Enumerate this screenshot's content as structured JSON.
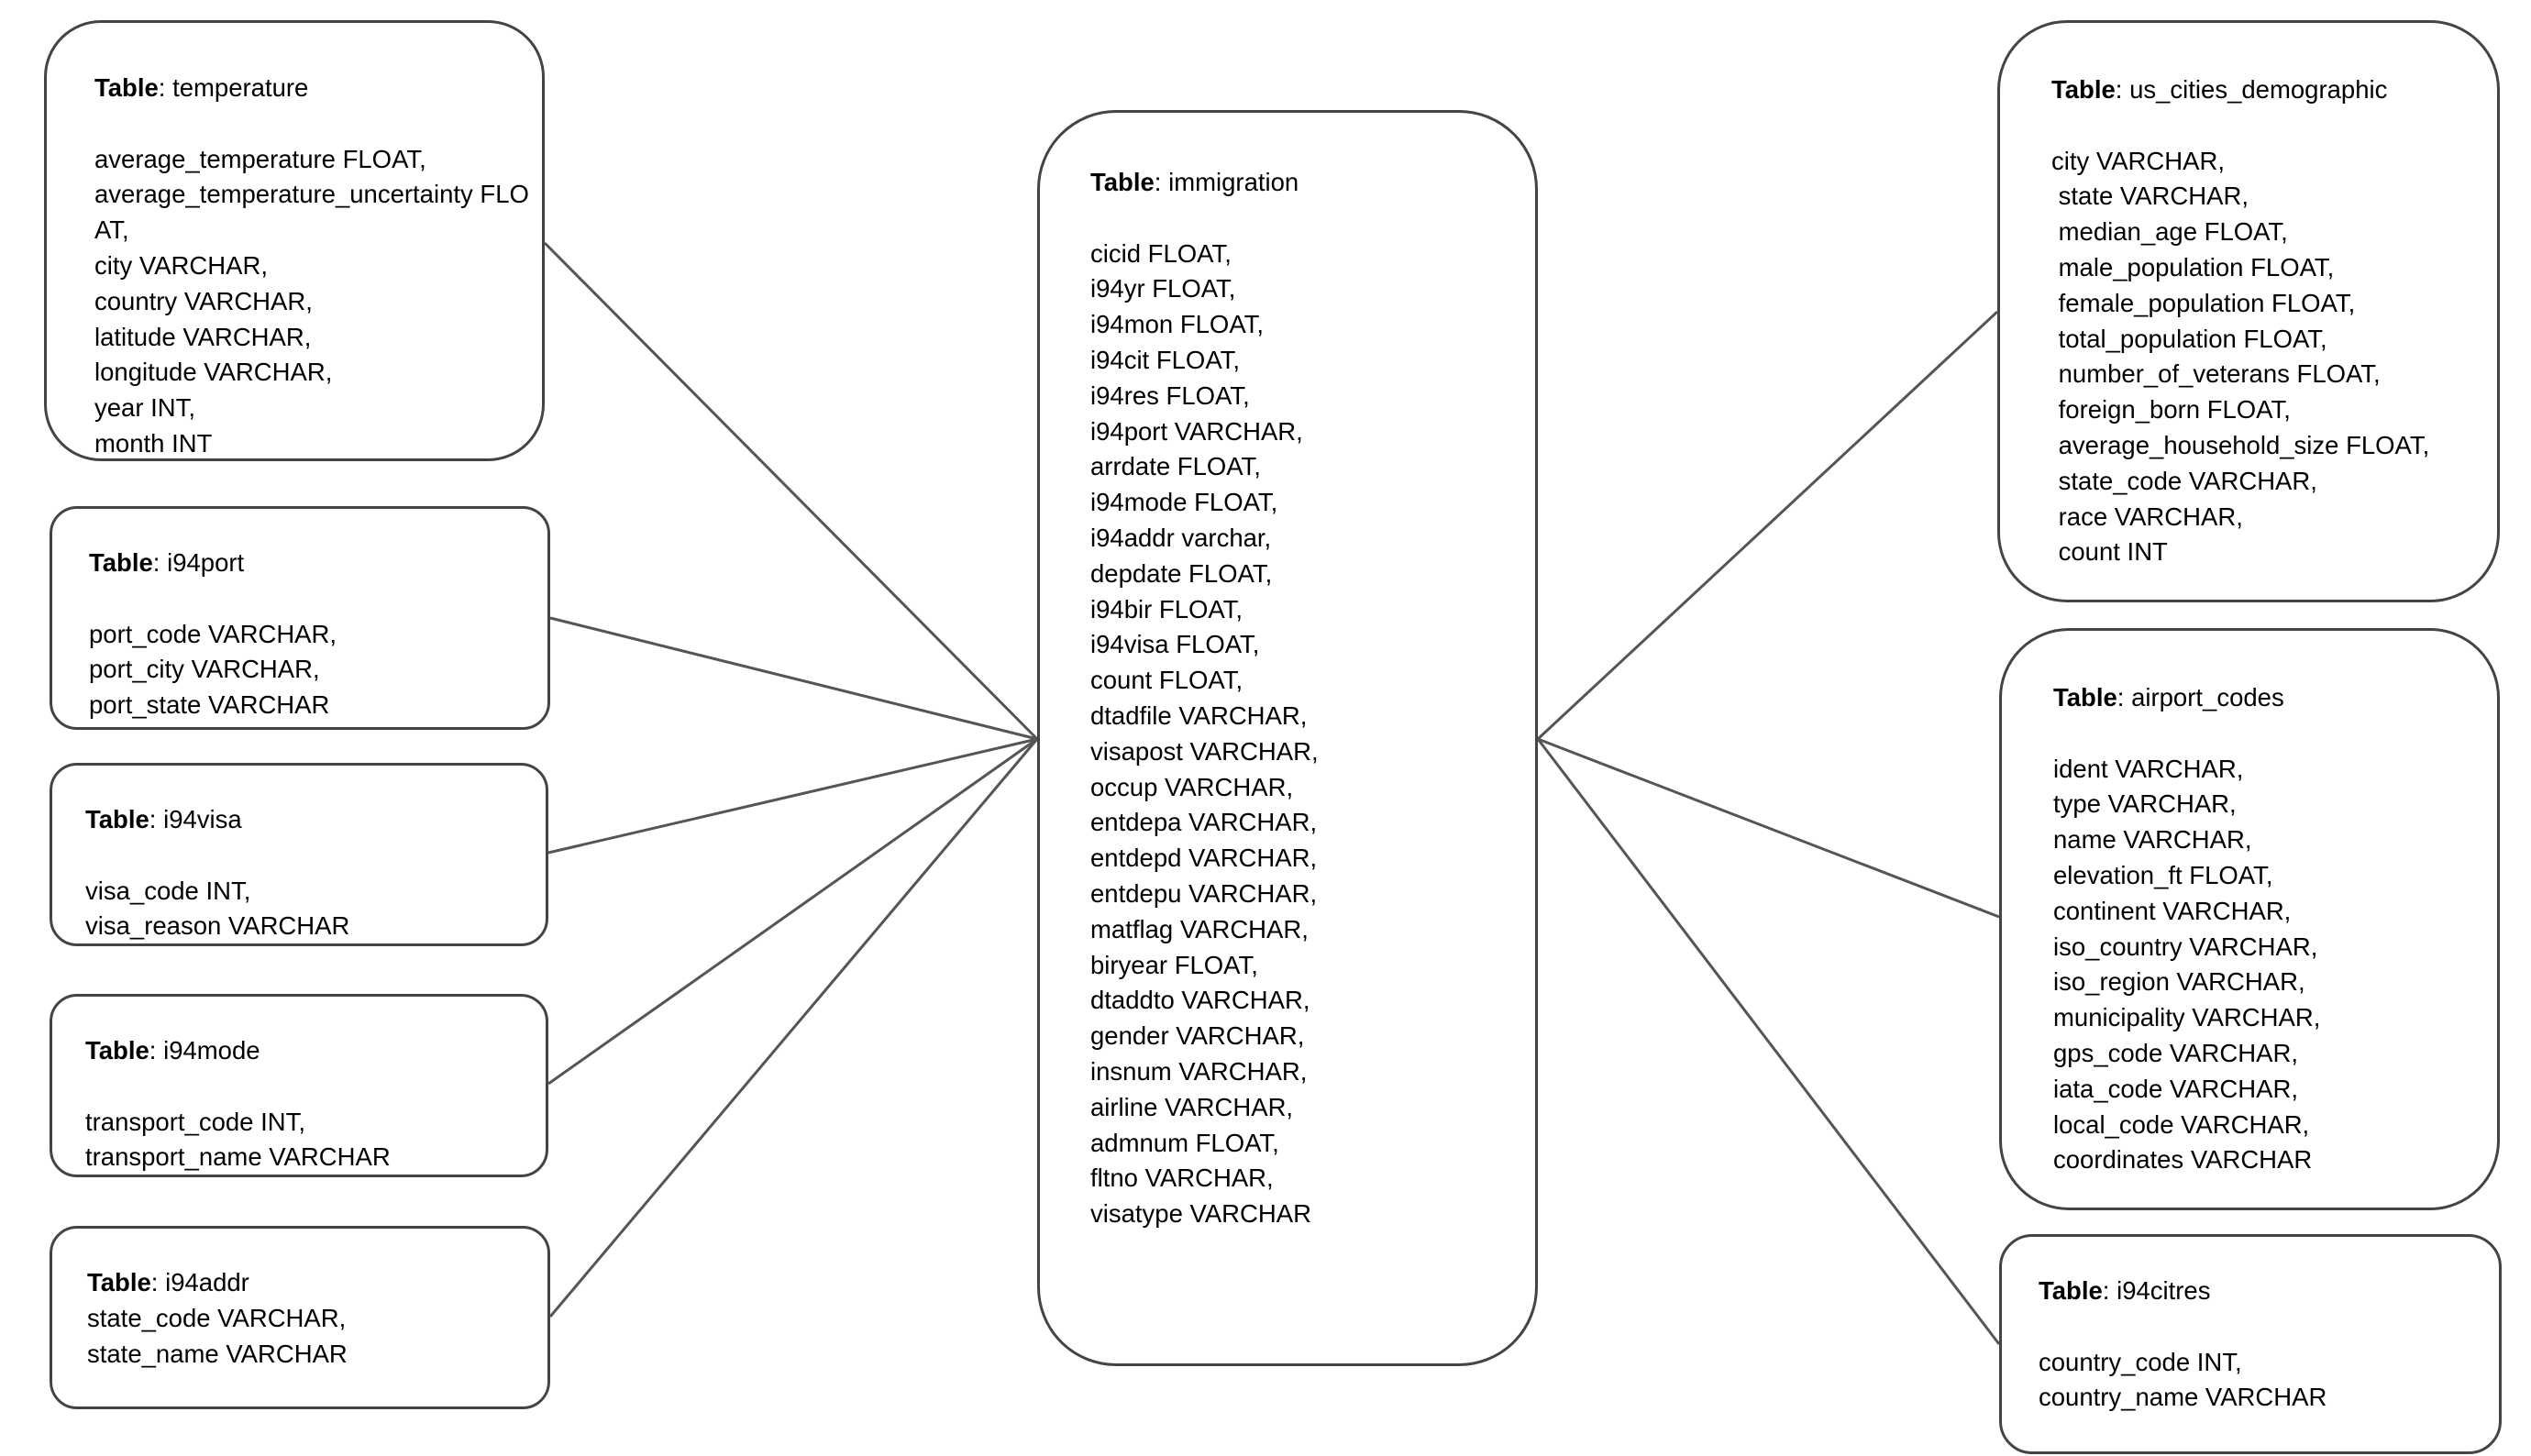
{
  "keyword": "Table",
  "tables": {
    "temperature": {
      "name": "temperature",
      "columns": [
        "average_temperature FLOAT,",
        "average_temperature_uncertainty FLOAT,",
        "city VARCHAR,",
        "country VARCHAR,",
        "latitude VARCHAR,",
        "longitude VARCHAR,",
        "year INT,",
        "month INT"
      ]
    },
    "i94port": {
      "name": "i94port",
      "columns": [
        "port_code VARCHAR,",
        "port_city VARCHAR,",
        "port_state VARCHAR"
      ]
    },
    "i94visa": {
      "name": "i94visa",
      "columns": [
        "visa_code INT,",
        "visa_reason VARCHAR"
      ]
    },
    "i94mode": {
      "name": "i94mode",
      "columns": [
        "transport_code INT,",
        "transport_name VARCHAR"
      ]
    },
    "i94addr": {
      "name": "i94addr",
      "columns": [
        "state_code VARCHAR,",
        "state_name VARCHAR"
      ]
    },
    "immigration": {
      "name": "immigration",
      "columns": [
        "cicid FLOAT,",
        "i94yr FLOAT,",
        "i94mon FLOAT,",
        "i94cit FLOAT,",
        "i94res FLOAT,",
        "i94port VARCHAR,",
        "arrdate FLOAT,",
        "i94mode FLOAT,",
        "i94addr varchar,",
        "depdate FLOAT,",
        "i94bir FLOAT,",
        "i94visa FLOAT,",
        "count FLOAT,",
        "dtadfile VARCHAR,",
        "visapost VARCHAR,",
        "occup VARCHAR,",
        "entdepa VARCHAR,",
        "entdepd VARCHAR,",
        "entdepu VARCHAR,",
        "matflag VARCHAR,",
        "biryear FLOAT,",
        "dtaddto VARCHAR,",
        "gender VARCHAR,",
        "insnum VARCHAR,",
        "airline VARCHAR,",
        "admnum FLOAT,",
        "fltno VARCHAR,",
        "visatype VARCHAR"
      ]
    },
    "us_cities_demographic": {
      "name": "us_cities_demographic",
      "columns": [
        "city VARCHAR,",
        " state VARCHAR,",
        " median_age FLOAT,",
        " male_population FLOAT,",
        " female_population FLOAT,",
        " total_population FLOAT,",
        " number_of_veterans FLOAT,",
        " foreign_born FLOAT,",
        " average_household_size FLOAT,",
        " state_code VARCHAR,",
        " race VARCHAR,",
        " count INT"
      ]
    },
    "airport_codes": {
      "name": "airport_codes",
      "columns": [
        "ident VARCHAR,",
        "type VARCHAR,",
        "name VARCHAR,",
        "elevation_ft FLOAT,",
        "continent VARCHAR,",
        "iso_country VARCHAR,",
        "iso_region VARCHAR,",
        "municipality VARCHAR,",
        "gps_code VARCHAR,",
        "iata_code VARCHAR,",
        "local_code VARCHAR,",
        "coordinates VARCHAR"
      ]
    },
    "i94citres": {
      "name": "i94citres",
      "columns": [
        "country_code INT,",
        "country_name VARCHAR"
      ]
    }
  },
  "colors": {
    "border": "#444444",
    "line": "#555555"
  }
}
